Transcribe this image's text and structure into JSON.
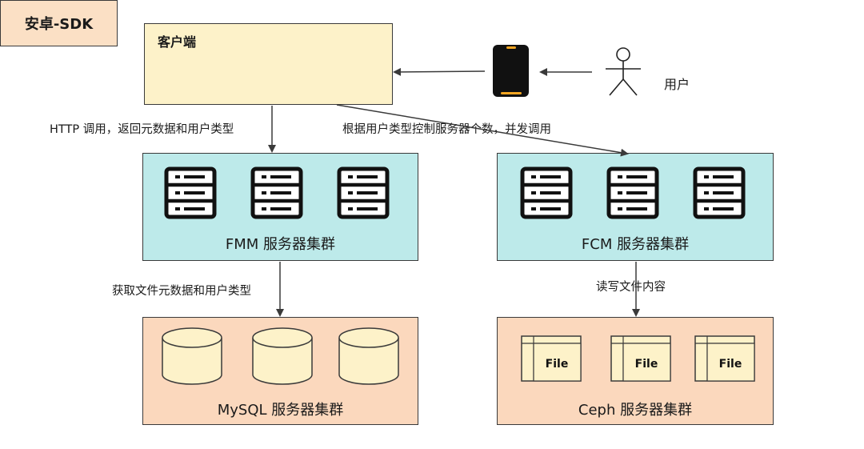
{
  "client": {
    "title": "客户端",
    "sdk_label": "安卓-SDK"
  },
  "user": {
    "label": "用户"
  },
  "clusters": {
    "fmm": "FMM 服务器集群",
    "fcm": "FCM 服务器集群",
    "mysql": "MySQL 服务器集群",
    "ceph": "Ceph 服务器集群"
  },
  "edges": {
    "client_to_fmm": "HTTP 调用，返回元数据和用户类型",
    "client_to_fcm": "根据用户类型控制服务器个数，并发调用",
    "fmm_to_mysql": "获取文件元数据和用户类型",
    "fcm_to_ceph": "读写文件内容"
  },
  "file_label": "File",
  "colors": {
    "client_fill": "#fdf2c9",
    "sdk_fill": "#fbe0c5",
    "cluster_fill": "#bdeaea",
    "storage_fill": "#fbd8bd",
    "phone_accent": "#f5a623"
  },
  "icons": [
    "phone-icon",
    "user-stick-figure-icon",
    "server-icon",
    "database-icon",
    "file-icon"
  ]
}
